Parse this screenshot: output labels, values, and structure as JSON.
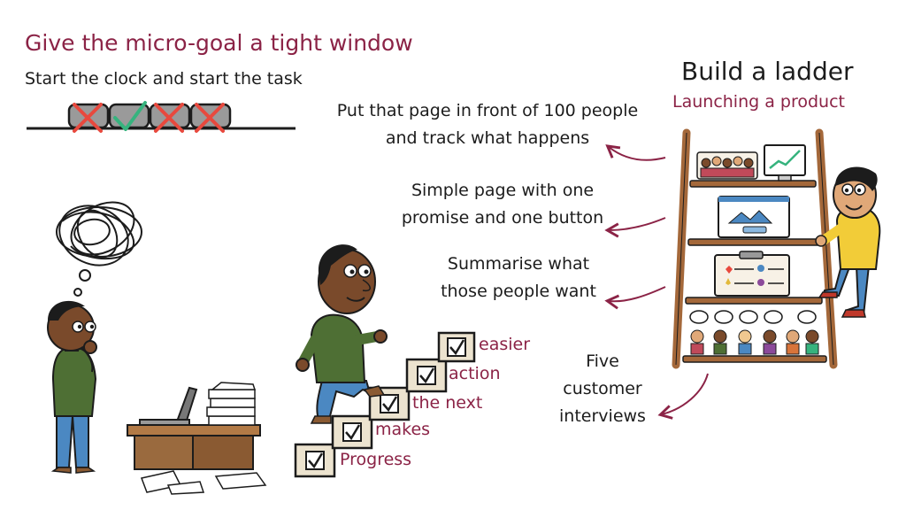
{
  "title": "Give the micro-goal a tight window",
  "subtitle": "Start the clock and start the task",
  "ladder": {
    "title": "Build a ladder",
    "subtitle": "Launching a product",
    "rungs": [
      "Put that page in front of 100 people and track what happens",
      "Simple page with one promise and one button",
      "Summarise what those people want",
      "Five customer interviews"
    ]
  },
  "staircase": {
    "words": [
      "Progress",
      "makes",
      "the next",
      "action",
      "easier"
    ]
  },
  "colors": {
    "accent": "#8b2346",
    "ink": "#1c1c1c",
    "wood": "#a4683a",
    "stair": "#ece3cf",
    "cross": "#e8493e",
    "check": "#36b37e"
  }
}
